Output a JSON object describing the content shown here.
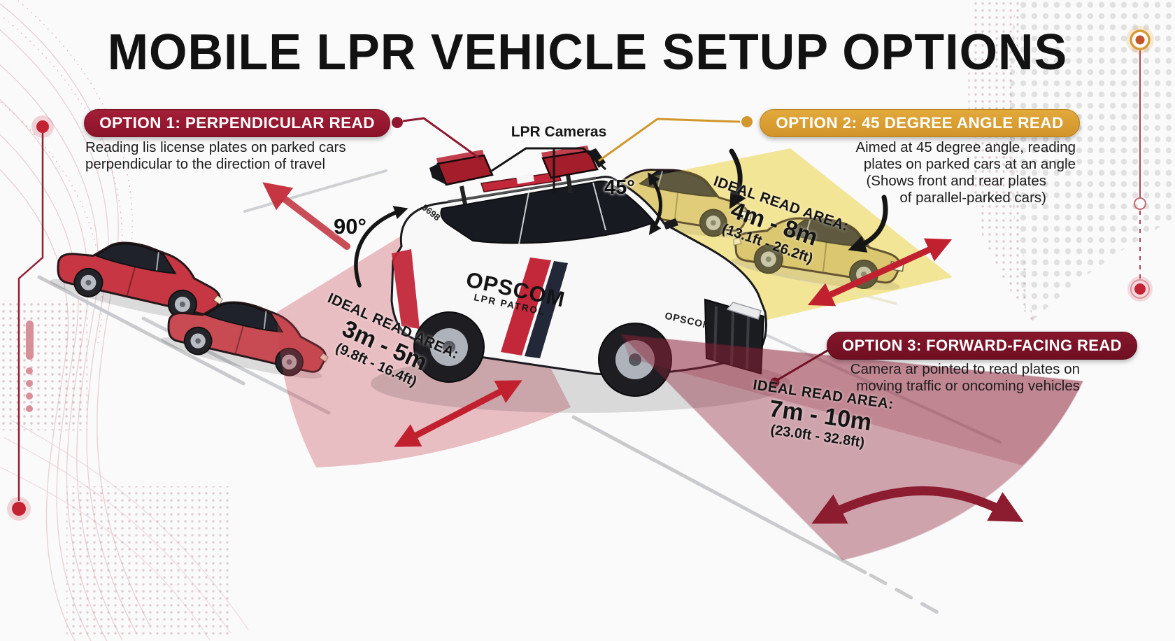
{
  "title": "MOBILE LPR VEHICLE SETUP OPTIONS",
  "cameras_label": "LPR Cameras",
  "vehicle": {
    "door_brand": "OPSCOM",
    "door_subtitle": "LPR PATROL",
    "hood_brand": "OPSCOM",
    "unit_number": "9698"
  },
  "option1": {
    "label": "OPTION 1: PERPENDICULAR READ",
    "color": "#9a1b32",
    "desc_line1": "Reading lis license plates on parked cars",
    "desc_line2": "perpendicular to the direction of travel",
    "angle_label": "90°",
    "read_area": {
      "title": "IDEAL READ AREA:",
      "range_m": "3m - 5m",
      "range_ft": "(9.8ft - 16.4ft)"
    }
  },
  "option2": {
    "label": "OPTION 2: 45 DEGREE ANGLE READ",
    "color": "#dda02f",
    "desc_line1": "Aimed at 45 degree angle, reading",
    "desc_line2": "plates on parked cars at an angle",
    "desc_line3": "(Shows front and rear plates",
    "desc_line4": "of parallel-parked cars)",
    "angle_label": "45°",
    "read_area": {
      "title": "IDEAL READ AREA:",
      "range_m": "4m - 8m",
      "range_ft": "(13.1ft - 26.2ft)"
    }
  },
  "option3": {
    "label": "OPTION 3: FORWARD-FACING READ",
    "color": "#7d1426",
    "desc_line1": "Camera ar pointed to read plates on",
    "desc_line2": "moving traffic or oncoming vehicles",
    "read_area": {
      "title": "IDEAL READ AREA:",
      "range_m": "7m - 10m",
      "range_ft": "(23.0ft - 32.8ft)"
    }
  }
}
